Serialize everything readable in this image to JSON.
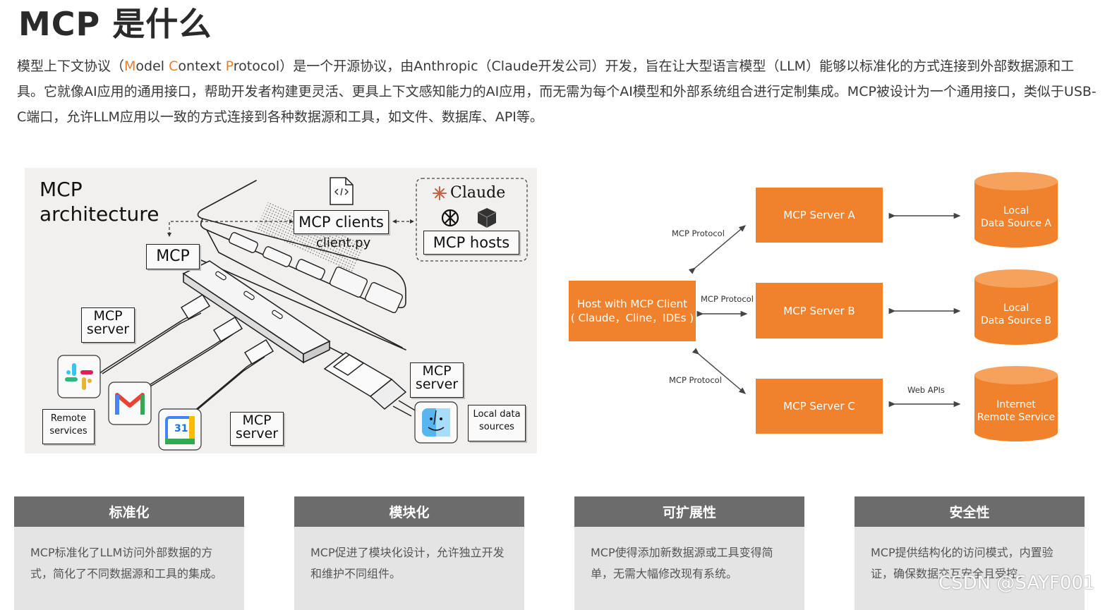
{
  "page": {
    "title": "MCP 是什么",
    "intro": {
      "p1": "模型上下文协议（",
      "m": "M",
      "m_rest": "odel ",
      "c": "C",
      "c_rest": "ontext ",
      "p": "P",
      "p_rest": "rotocol）是一个开源协议，由Anthropic（Claude开发公司）开发，旨在让大型语言模型（LLM）能够以标准化的方式连接到外部数据源和工具。它就像AI应用的通用接口，帮助开发者构建更灵活、更具上下文感知能力的AI应用，而无需为每个AI模型和外部系统组合进行定制集成。MCP被设计为一个通用接口，类似于USB-C端口，允许LLM应用以一致的方式连接到各种数据源和工具，如文件、数据库、API等。"
    }
  },
  "architecture": {
    "title_line1": "MCP",
    "title_line2": "architecture",
    "mcp_label": "MCP",
    "clients_label": "MCP clients",
    "client_file": "client.py",
    "claude_label": "Claude",
    "hosts_label": "MCP hosts",
    "server_label_1_line1": "MCP",
    "server_label_1_line2": "server",
    "server_label_2_line1": "MCP",
    "server_label_2_line2": "server",
    "server_label_3_line1": "MCP",
    "server_label_3_line2": "server",
    "remote_line1": "Remote",
    "remote_line2": "services",
    "local_line1": "Local data",
    "local_line2": "sources",
    "calendar_day": "31",
    "icons": [
      "code-file-icon",
      "claude-star-icon",
      "openai-icon",
      "perplexity-icon",
      "slack-icon",
      "gmail-icon",
      "google-calendar-icon",
      "finder-icon"
    ]
  },
  "flow": {
    "host_line1": "Host with MCP Client",
    "host_line2": "( Claude，Cline，IDEs )",
    "server_a": "MCP Server A",
    "server_b": "MCP Server B",
    "server_c": "MCP Server C",
    "protocol_a": "MCP Protocol",
    "protocol_b": "MCP Protocol",
    "protocol_c": "MCP Protocol",
    "web_apis": "Web APIs",
    "ds_a_line1": "Local",
    "ds_a_line2": "Data Source A",
    "ds_b_line1": "Local",
    "ds_b_line2": "Data Source B",
    "ds_c_line1": "Internet",
    "ds_c_line2": "Remote Service",
    "colors": {
      "box": "#f0822e",
      "cylinder_top": "#f7a25c"
    }
  },
  "cards": [
    {
      "title": "标准化",
      "body": "MCP标准化了LLM访问外部数据的方式，简化了不同数据源和工具的集成。"
    },
    {
      "title": "模块化",
      "body": "MCP促进了模块化设计，允许独立开发和维护不同组件。"
    },
    {
      "title": "可扩展性",
      "body": "MCP使得添加新数据源或工具变得简单，无需大幅修改现有系统。"
    },
    {
      "title": "安全性",
      "body": "MCP提供结构化的访问模式，内置验证，确保数据交互安全且受控。"
    }
  ],
  "watermark": "CSDN @SAYF001"
}
